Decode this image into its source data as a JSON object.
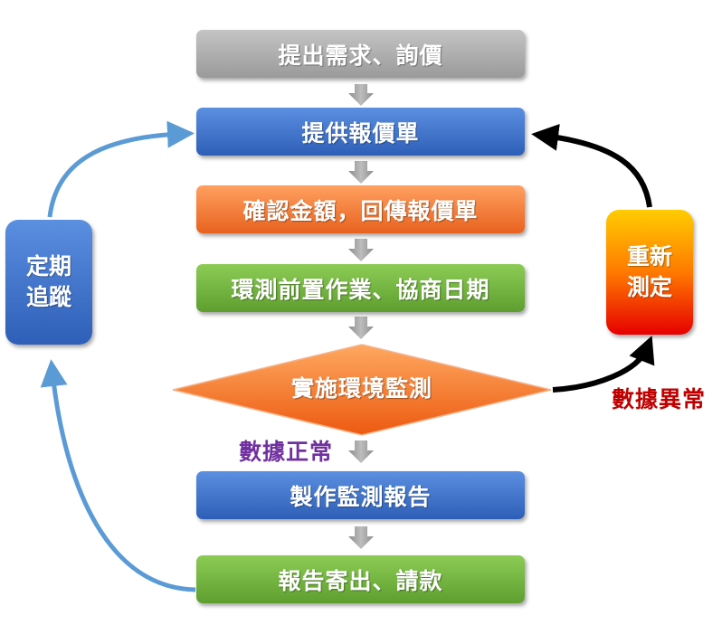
{
  "flow": {
    "steps": [
      {
        "label": "提出需求、詢價"
      },
      {
        "label": "提供報價單"
      },
      {
        "label": "確認金額，回傳報價單"
      },
      {
        "label": "環測前置作業、協商日期"
      },
      {
        "label": "實施環境監測"
      },
      {
        "label": "製作監測報告"
      },
      {
        "label": "報告寄出、請款"
      }
    ],
    "left_loop": {
      "line1": "定期",
      "line2": "追蹤"
    },
    "right_loop": {
      "line1": "重新",
      "line2": "測定"
    },
    "notes": {
      "normal": "數據正常",
      "abnormal": "數據異常"
    }
  },
  "colors": {
    "gray": "#a6a6a6",
    "blue": "#3a6fcc",
    "orange": "#f07030",
    "green": "#6fb03d",
    "loop_arrow": "#5b9bd5",
    "black_arrow": "#000000",
    "note_normal": "#7030a0",
    "note_abnormal": "#c00000"
  }
}
